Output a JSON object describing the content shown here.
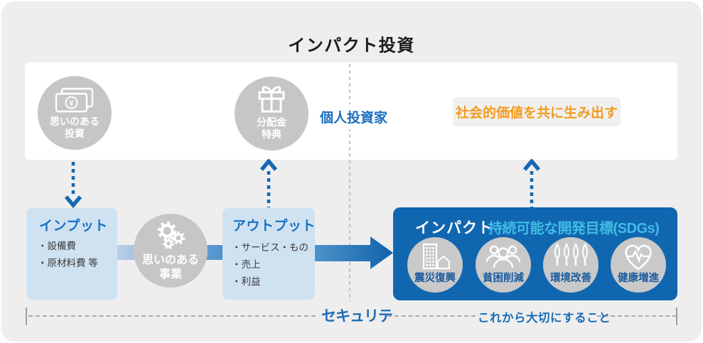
{
  "title": "インパクト投資",
  "top_panel": {
    "investment_circle": {
      "line1": "思いのある",
      "line2": "投資"
    },
    "dividend_circle": {
      "line1": "分配金",
      "line2": "特典"
    },
    "investor_label": "個人投資家",
    "value_banner": "社会的価値を共に生み出す"
  },
  "flow": {
    "input_box": {
      "title": "インプット",
      "item1": "・設備費",
      "item2": "・原材料費 等"
    },
    "business_circle": {
      "line1": "思いのある",
      "line2": "事業"
    },
    "output_box": {
      "title": "アウトプット",
      "item1": "・サービス・もの",
      "item2": "・売上",
      "item3": "・利益"
    },
    "impact_box": {
      "title": "インパクト",
      "subtitle": "持続可能な開発目標(SDGs)",
      "goals": [
        {
          "label": "震災復興",
          "icon": "building-house-icon"
        },
        {
          "label": "貧困削減",
          "icon": "people-icon"
        },
        {
          "label": "環境改善",
          "icon": "trees-icon"
        },
        {
          "label": "健康増進",
          "icon": "heart-pulse-icon"
        }
      ]
    }
  },
  "footer": {
    "brand": "セキュリテ",
    "right_label": "これから大切にすること"
  },
  "colors": {
    "accent_blue": "#1668b3",
    "impact_blue": "#1166b0",
    "sdgs_cyan": "#3fbde6",
    "orange": "#f29b1d",
    "circle_gray": "#c6c6c6",
    "light_blue_box": "#cfe2f2",
    "card_background": "#eeeeee"
  }
}
